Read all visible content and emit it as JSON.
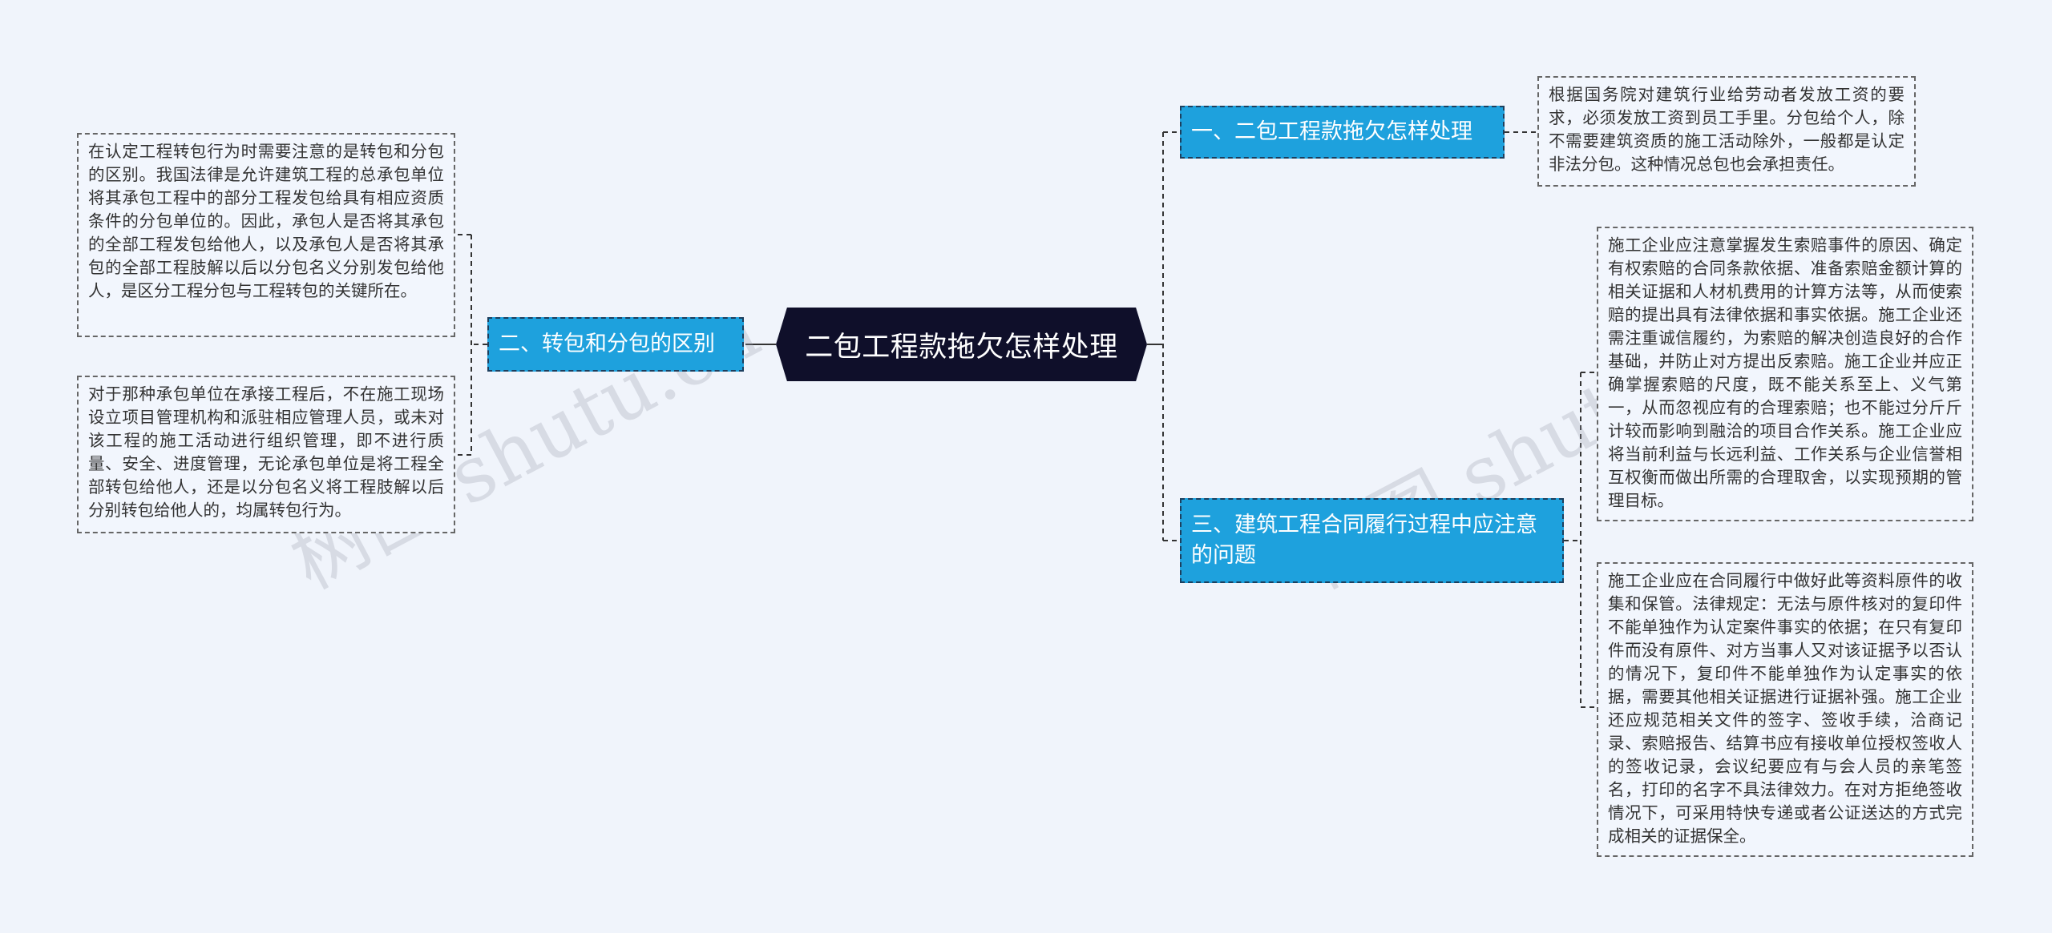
{
  "root": {
    "title": "二包工程款拖欠怎样处理"
  },
  "topics": [
    {
      "label": "一、二包工程款拖欠怎样处理",
      "notes": [
        "根据国务院对建筑行业给劳动者发放工资的要求，必须发放工资到员工手里。分包给个人，除不需要建筑资质的施工活动除外，一般都是认定非法分包。这种情况总包也会承担责任。"
      ]
    },
    {
      "label": "二、转包和分包的区别",
      "notes": [
        "在认定工程转包行为时需要注意的是转包和分包的区别。我国法律是允许建筑工程的总承包单位将其承包工程中的部分工程发包给具有相应资质条件的分包单位的。因此，承包人是否将其承包的全部工程发包给他人，以及承包人是否将其承包的全部工程肢解以后以分包名义分别发包给他人，是区分工程分包与工程转包的关键所在。",
        "对于那种承包单位在承接工程后，不在施工现场设立项目管理机构和派驻相应管理人员，或未对该工程的施工活动进行组织管理，即不进行质量、安全、进度管理，无论承包单位是将工程全部转包给他人，还是以分包名义将工程肢解以后分别转包给他人的，均属转包行为。"
      ]
    },
    {
      "label": "三、建筑工程合同履行过程中应注意的问题",
      "notes": [
        "施工企业应注意掌握发生索赔事件的原因、确定有权索赔的合同条款依据、准备索赔金额计算的相关证据和人材机费用的计算方法等，从而使索赔的提出具有法律依据和事实依据。施工企业还需注重诚信履约，为索赔的解决创造良好的合作基础，并防止对方提出反索赔。施工企业并应正确掌握索赔的尺度，既不能关系至上、义气第一，从而忽视应有的合理索赔；也不能过分斤斤计较而影响到融洽的项目合作关系。施工企业应将当前利益与长远利益、工作关系与企业信誉相互权衡而做出所需的合理取舍，以实现预期的管理目标。",
        "施工企业应在合同履行中做好此等资料原件的收集和保管。法律规定：无法与原件核对的复印件不能单独作为认定案件事实的依据；在只有复印件而没有原件、对方当事人又对该证据予以否认的情况下，复印件不能单独作为认定事实的依据，需要其他相关证据进行证据补强。施工企业还应规范相关文件的签字、签收手续，洽商记录、索赔报告、结算书应有接收单位授权签收人的签收记录，会议纪要应有与会人员的亲笔签名，打印的名字不具法律效力。在对方拒绝签收情况下，可采用特快专递或者公证送达的方式完成相关的证据保全。"
      ]
    }
  ],
  "watermark": {
    "left": "树图 shutu.cn",
    "right": "树图 shutu.cn"
  }
}
